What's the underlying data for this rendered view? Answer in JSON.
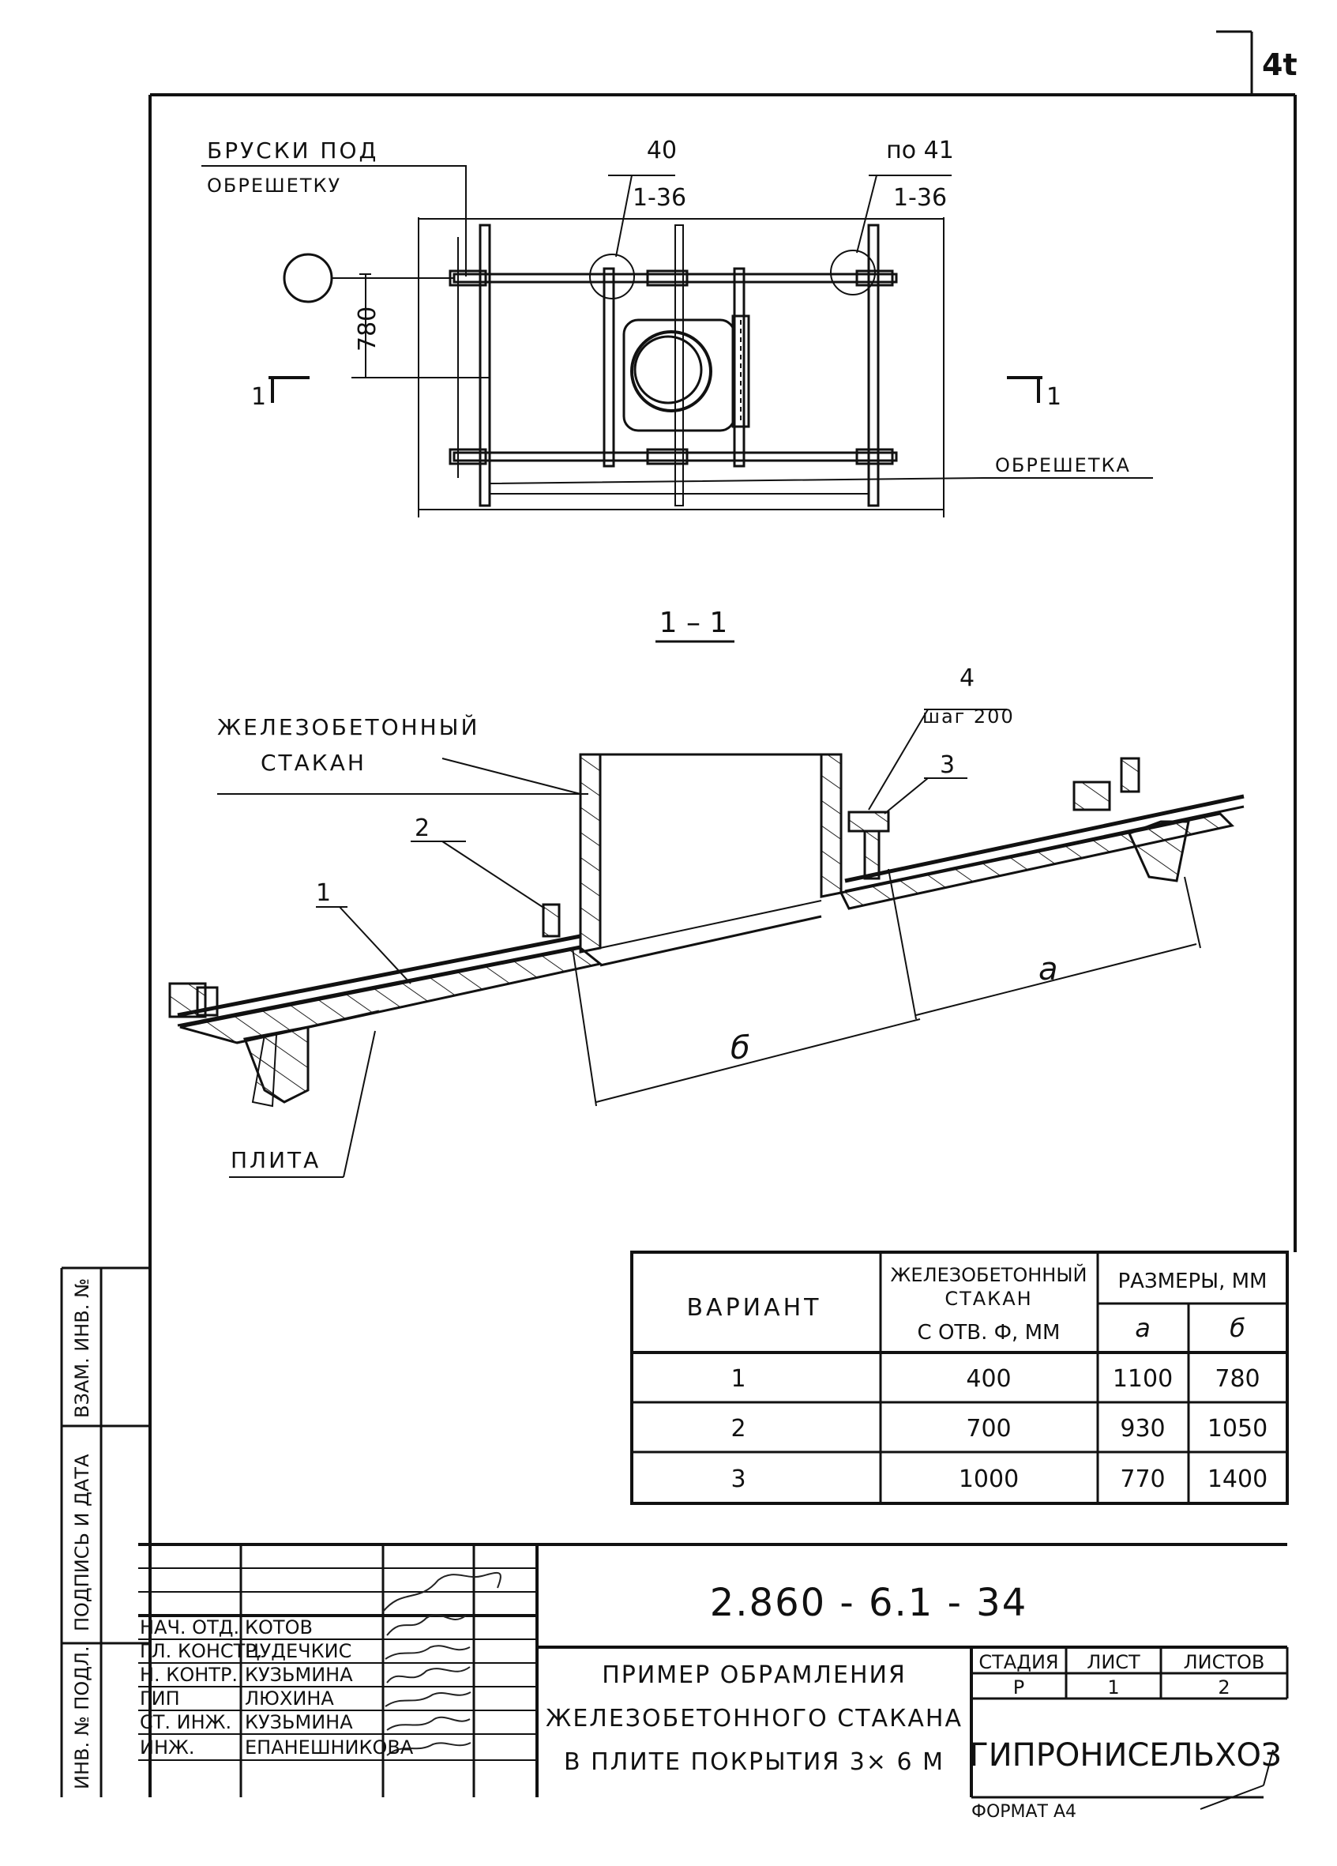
{
  "page_number": "4t",
  "plan": {
    "label_bars_1": "БРУСКИ ПОД",
    "label_bars_2": "ОБРЕШЕТКУ",
    "callout_40_top": "40",
    "callout_40_bottom": "1-36",
    "callout_41_top": "по 41",
    "callout_41_bottom": "1-36",
    "dim_780": "780",
    "section_mark_left": "1",
    "section_mark_right": "1",
    "label_lathing": "ОБРЕШЕТКА"
  },
  "section": {
    "title": "1 – 1",
    "label_glass_1": "ЖЕЛЕЗОБЕТОННЫЙ",
    "label_glass_2": "СТАКАН",
    "callout_4": "4",
    "callout_step": "шаг 200",
    "callout_3": "3",
    "callout_2": "2",
    "callout_1": "1",
    "dim_a": "а",
    "dim_b": "б",
    "label_slab": "ПЛИТА"
  },
  "table": {
    "col_variant": "ВАРИАНТ",
    "col_glass_1": "ЖЕЛЕЗОБЕТОННЫЙ",
    "col_glass_2": "СТАКАН",
    "col_glass_3": "С ОТВ. Ф, ММ",
    "col_sizes": "РАЗМЕРЫ, ММ",
    "col_a": "а",
    "col_b": "б",
    "rows": [
      {
        "variant": "1",
        "hole": "400",
        "a": "1100",
        "b": "780"
      },
      {
        "variant": "2",
        "hole": "700",
        "a": "930",
        "b": "1050"
      },
      {
        "variant": "3",
        "hole": "1000",
        "a": "770",
        "b": "1400"
      }
    ]
  },
  "side_stamp": {
    "inv_orig": "ИНВ. № ПОДЛ.",
    "sign_date": "ПОДПИСЬ И ДАТА",
    "inv_repl": "ВЗАМ. ИНВ. №"
  },
  "title_block": {
    "doc_code": "2.860 - 6.1 - 34",
    "people": [
      {
        "role": "НАЧ. ОТД.",
        "name": "КОТОВ"
      },
      {
        "role": "ГЛ. КОНСТР.",
        "name": "ЦУДЕЧКИС"
      },
      {
        "role": "Н. КОНТР.",
        "name": "КУЗЬМИНА"
      },
      {
        "role": "ГИП",
        "name": "ЛЮХИНА"
      },
      {
        "role": "СТ. ИНЖ.",
        "name": "КУЗЬМИНА"
      },
      {
        "role": "ИНЖ.",
        "name": "ЕПАНЕШНИКОВА"
      }
    ],
    "title_line1": "ПРИМЕР ОБРАМЛЕНИЯ",
    "title_line2": "ЖЕЛЕЗОБЕТОННОГО СТАКАНА",
    "title_line3": "В ПЛИТЕ ПОКРЫТИЯ 3× 6 М",
    "stage_label": "СТАДИЯ",
    "sheet_label": "ЛИСТ",
    "sheets_label": "ЛИСТОВ",
    "stage_value": "Р",
    "sheet_value": "1",
    "sheets_value": "2",
    "organization": "ГИПРОНИСЕЛЬХОЗ",
    "format": "ФОРМАТ А4"
  }
}
